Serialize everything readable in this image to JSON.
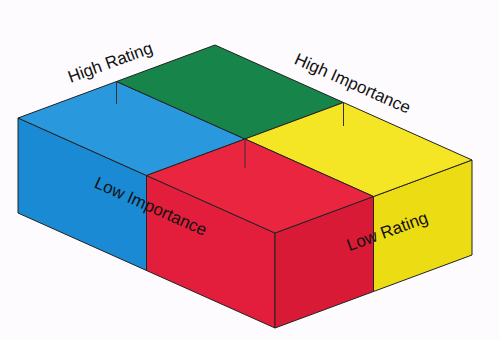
{
  "diagram": {
    "labels": [
      "High Rating",
      "High Importance",
      "Low Importance",
      "Low Rating"
    ]
  }
}
